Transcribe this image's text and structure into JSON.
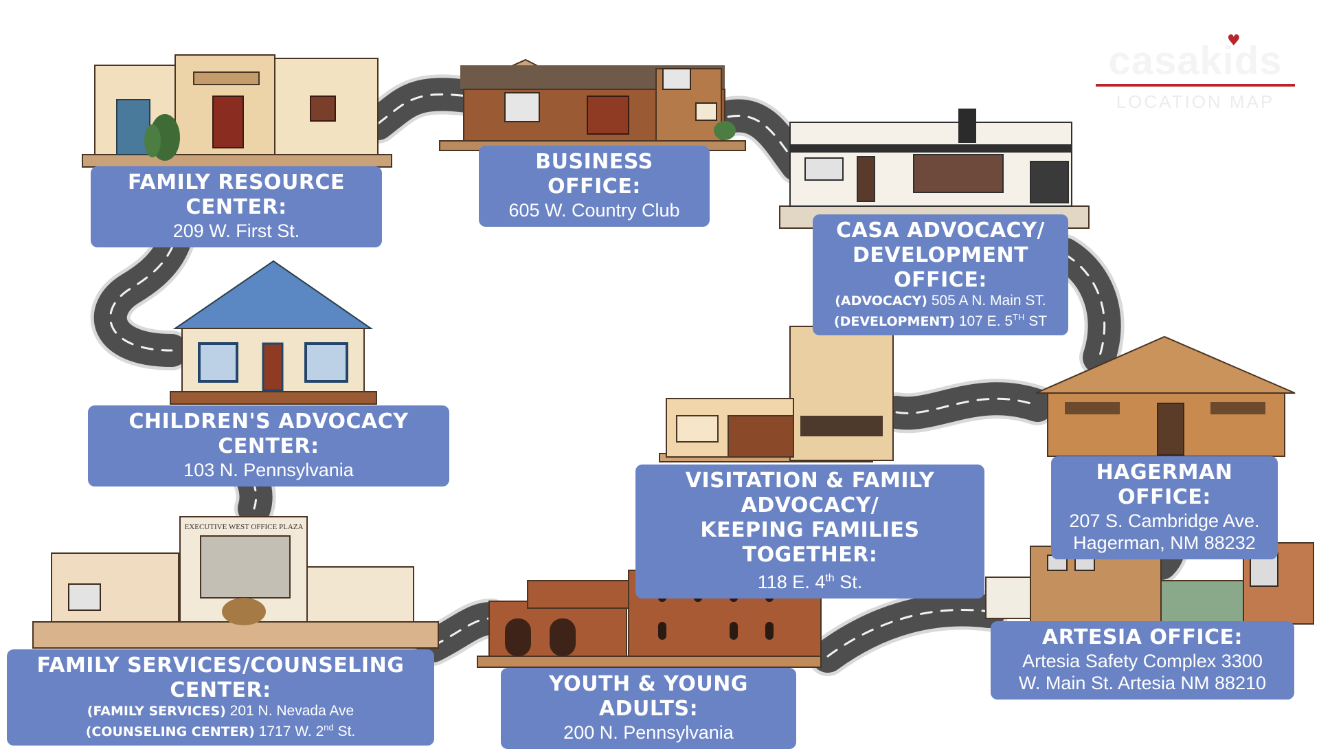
{
  "logo": {
    "brand": "casakids",
    "subtitle": "LOCATION MAP",
    "heart": "♥"
  },
  "locations": {
    "family_resource": {
      "title": "FAMILY RESOURCE CENTER:",
      "address": "209 W. First St."
    },
    "business": {
      "title": "BUSINESS OFFICE:",
      "address": "605 W. Country Club"
    },
    "casa": {
      "title1": "CASA ADVOCACY/",
      "title2": "DEVELOPMENT OFFICE:",
      "line1_label": "(ADVOCACY)",
      "line1_text": "505 A N. Main ST.",
      "line2_label": "(DEVELOPMENT)",
      "line2_text": "107 E. 5",
      "line2_sup": "TH",
      "line2_end": "ST"
    },
    "childrens": {
      "title": "CHILDREN'S ADVOCACY CENTER:",
      "address": "103 N. Pennsylvania"
    },
    "visitation": {
      "title1": "VISITATION & FAMILY ADVOCACY/",
      "title2": "KEEPING FAMILIES TOGETHER:",
      "address": "118 E. 4",
      "sup": "th",
      "address_end": "St."
    },
    "hagerman": {
      "title": "HAGERMAN OFFICE:",
      "address1": "207 S. Cambridge Ave.",
      "address2": "Hagerman, NM 88232"
    },
    "family_services": {
      "title": "FAMILY SERVICES/COUNSELING CENTER:",
      "line1_label": "(FAMILY SERVICES)",
      "line1_text": "201 N. Nevada Ave",
      "line2_label": "(COUNSELING CENTER)",
      "line2_text": "1717 W. 2",
      "line2_sup": "nd",
      "line2_end": "St."
    },
    "youth": {
      "title": "YOUTH & YOUNG ADULTS:",
      "address": "200 N. Pennsylvania"
    },
    "artesia": {
      "title": "ARTESIA OFFICE:",
      "address1": "Artesia Safety Complex 3300",
      "address2": "W. Main St. Artesia NM 88210"
    }
  },
  "building_signs": {
    "executive_plaza": "EXECUTIVE WEST OFFICE PLAZA"
  },
  "colors": {
    "label_bg": "#6a83c4",
    "road": "#555555",
    "road_edge": "#e8e8e8",
    "accent": "#b8262c"
  }
}
